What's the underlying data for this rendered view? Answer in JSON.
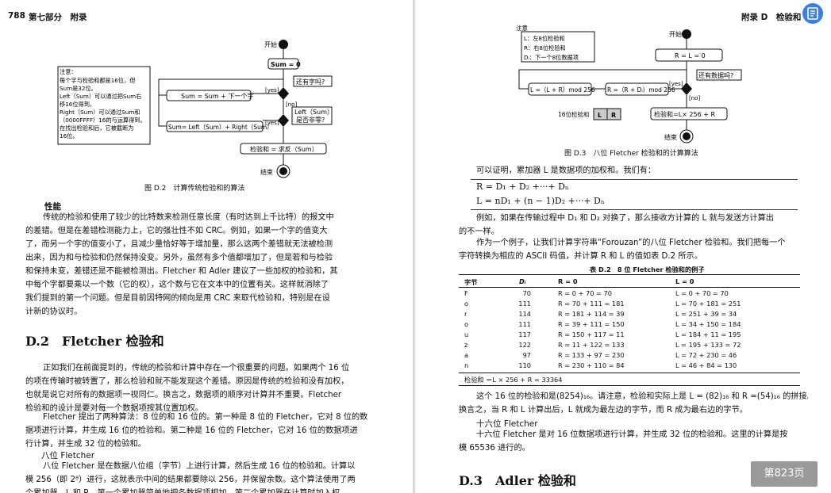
{
  "left": {
    "header_page": "788",
    "header_title": "第七部分　附录",
    "fig_d2": {
      "start": "开始",
      "sum_init": "Sum = 0",
      "more_data_q": "还有字吗?",
      "sum_add": "Sum = Sum + 下一个字",
      "yes1": "[yes]",
      "no": "[no]",
      "left_nonzero_q1": "Left（Sum）",
      "left_nonzero_q2": "是否非零?",
      "yes2": "[yes]",
      "sum_fold": "Sum= Left（Sum）+ Right（Sum）",
      "checksum": "检验和 = 求反（Sum）",
      "end": "结束",
      "note": [
        "注意：",
        "每个字与检验和都是16位，但",
        "Sum是32位。",
        "Left（Sum）可以通过把Sum右",
        "移16位得到。",
        "Right（Sum）可以通过Sum和",
        "（0000FFFF）16的与运算得到。",
        "在找出检验和后，它被截断为",
        "16位。"
      ],
      "caption": "图 D.2　计算传统检验和的算法"
    },
    "perf_heading": "性能",
    "perf_para": [
      "传统的检验和使用了较少的比特数来检测任意长度（有时达到上千比特）的报文中",
      "的差错。但是在差错检测能力上，它的强壮性不如 CRC。例如，如果一个字的值变大",
      "了，而另一个字的值变小了，且减少量恰好等于增加量，那么这两个差错就无法被检测",
      "出来，因为和与检验和仍然保持没变。另外，虽然有多个值都增加了，但是若和与检验",
      "和保持未变，差错还是不能被检测出。Fletcher 和 Adler 建议了一些加权的检验和，其",
      "中每个字都要乘以一个数（它的权），这个数与它在文本中的位置有关。这样就消除了",
      "我们提到的第一个问题。但是目前因特网的倾向是用 CRC 来取代检验和，特别是在设",
      "计新的协议时。"
    ],
    "d2_heading": "D.2　Fletcher 检验和",
    "d2_para1": [
      "正如我们在前面提到的，传统的检验和计算中存在一个很重要的问题。如果两个 16 位",
      "的项在传输时被转置了，那么检验和就不能发现这个差错。原因是传统的检验和没有加权，",
      "也就是说它对所有的数据项一视同仁。换言之，数据项的顺序对计算并不重要。Fletcher",
      "检验和的设计是要对每一个数据项按其位置加权。"
    ],
    "d2_para2": [
      "Fletcher 提出了两种算法：8 位的和 16 位的。第一种是 8 位的 Fletcher，它对 8 位的数",
      "据项进行计算，并生成 16 位的检验和。第二种是 16 位的 Fletcher，它对 16 位的数据项进",
      "行计算，并生成 32 位的检验和。"
    ],
    "fletcher8_heading": "八位 Fletcher",
    "fletcher8_para": [
      "八位 Fletcher 是在数据八位组（字节）上进行计算，然后生成 16 位的检验和。计算以",
      "模 256（即 2⁸）进行，这就表示中间的结果都要除以 256，并保留余数。这个算法使用了两",
      "个累加器，L 和 R。第一个累加器简单地把各数据项相加，第二个累加器在计算时加入权"
    ]
  },
  "right": {
    "header_title": "附录 D　检验和",
    "fig_d3": {
      "note": [
        "注意",
        "L：左8位检验和",
        "R：右8位检验和",
        "Dᵢ：下一个8位数据项"
      ],
      "start": "开始",
      "init": "R = L = 0",
      "more_data_q": "还有数据吗?",
      "yes": "[yes]",
      "no": "[no]",
      "l_update": "L =（L + R）mod 256",
      "r_update": "R =（R + Dᵢ）mod 256",
      "checksum16_label": "16位检验和",
      "l_box": "L",
      "r_box": "R",
      "result": "检验和=L× 256 + R",
      "end": "结束",
      "caption": "图 D.3　八位 Fletcher 检验和的计算算法"
    },
    "prove_line": "可以证明，累加器 L 是数据项的加权和。我们有：",
    "formula1": "R = D₁ + D₂ +···+ Dₙ",
    "formula2": "L = nD₁ + (n − 1)D₂ +···+ Dₙ",
    "example_para": [
      "例如，如果在传输过程中 D₁ 和 D₂ 对换了，那么接收方计算的 L 就与发送方计算出",
      "的不一样。"
    ],
    "example2_para": [
      "作为一个例子，让我们计算字符串“Forouzan”的八位 Fletcher 检验和。我们把每一个",
      "字符转换为相应的 ASCII 码值，并计算 R 和 L 的值如表 D.2 所示。"
    ],
    "table": {
      "title": "表 D.2　8 位 Fletcher 检验和的例子",
      "headers": [
        "字节",
        "Dᵢ",
        "R = 0",
        "L = 0"
      ],
      "rows": [
        [
          "F",
          "70",
          "R = 0 + 70 = 70",
          "L = 0 + 70 = 70"
        ],
        [
          "o",
          "111",
          "R = 70 + 111 = 181",
          "L = 70 + 181 = 251"
        ],
        [
          "r",
          "114",
          "R = 181 + 114 = 39",
          "L = 251 + 39 = 34"
        ],
        [
          "o",
          "111",
          "R = 39 + 111 = 150",
          "L = 34 + 150 = 184"
        ],
        [
          "u",
          "117",
          "R = 150 + 117 = 11",
          "L = 184 + 11 = 195"
        ],
        [
          "z",
          "122",
          "R = 11 + 122 = 133",
          "L = 195 + 133 = 72"
        ],
        [
          "a",
          "97",
          "R = 133 + 97 = 230",
          "L = 72 + 230 = 46"
        ],
        [
          "n",
          "110",
          "R = 230 + 110 = 84",
          "L = 46 + 84 = 130"
        ]
      ],
      "footer": "检验和 ＝L × 256 + R = 33364"
    },
    "after_table_para": [
      "这个 16 位的检验和是(8254)₁₆。请注意，检验和实际上是 L = (82)₁₆ 和 R =(54)₁₆ 的拼接。",
      "换言之，当 R 和 L 计算出后，L 就成为最左边的字节，而 R 成为最右边的字节。"
    ],
    "f16_heading": "十六位 Fletcher",
    "f16_para": [
      "十六位 Fletcher 是对 16 位数据项进行计算，并生成 32 位的检验和。这里的计算是按",
      "模 65536 进行的。"
    ],
    "d3_heading": "D.3　Adler 检验和"
  },
  "viewer": {
    "page_badge": "第823页"
  }
}
